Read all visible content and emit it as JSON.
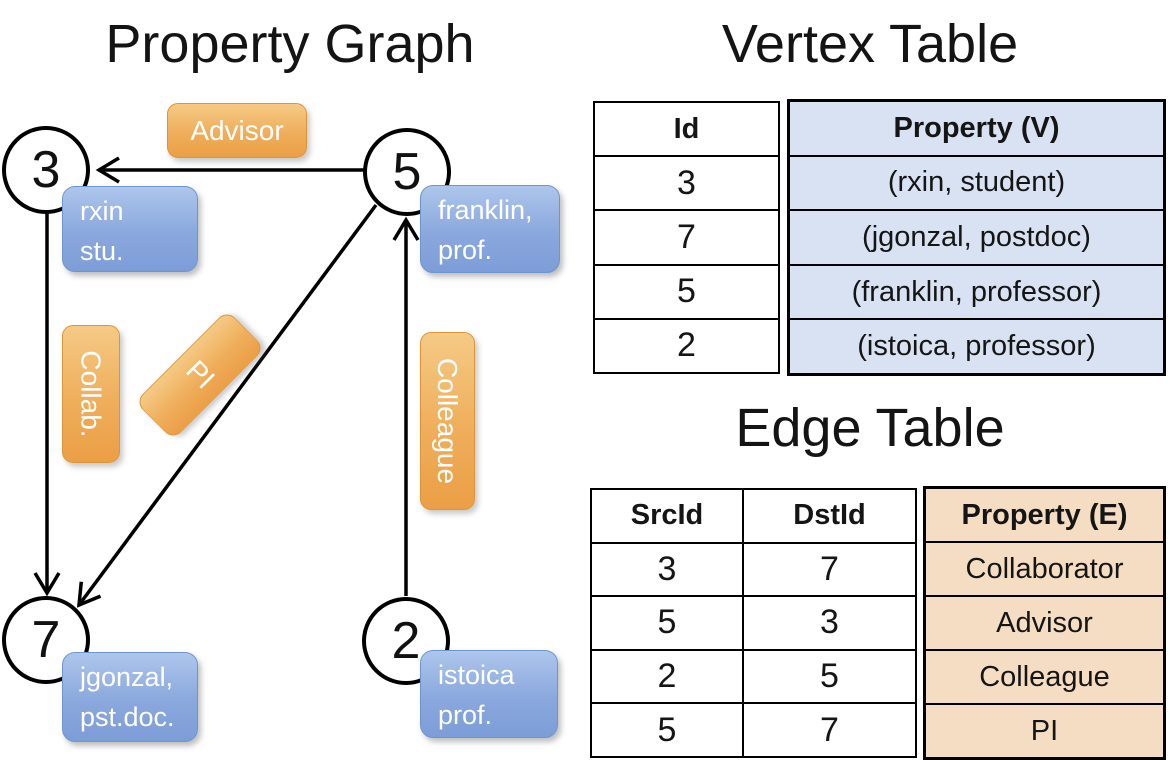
{
  "diagram": {
    "title": "Property Graph",
    "nodes": [
      {
        "id": "3",
        "label_line1": "rxin",
        "label_line2": "stu."
      },
      {
        "id": "5",
        "label_line1": "franklin,",
        "label_line2": "prof."
      },
      {
        "id": "7",
        "label_line1": "jgonzal,",
        "label_line2": "pst.doc."
      },
      {
        "id": "2",
        "label_line1": "istoica",
        "label_line2": "prof."
      }
    ],
    "edge_labels": {
      "advisor": "Advisor",
      "collab": "Collab.",
      "pi": "PI",
      "colleague": "Colleague"
    }
  },
  "vertex_table": {
    "title": "Vertex Table",
    "columns": [
      "Id",
      "Property (V)"
    ],
    "rows": [
      [
        "3",
        "(rxin, student)"
      ],
      [
        "7",
        "(jgonzal, postdoc)"
      ],
      [
        "5",
        "(franklin, professor)"
      ],
      [
        "2",
        "(istoica, professor)"
      ]
    ]
  },
  "edge_table": {
    "title": "Edge Table",
    "columns": [
      "SrcId",
      "DstId",
      "Property (E)"
    ],
    "rows": [
      [
        "3",
        "7",
        "Collaborator"
      ],
      [
        "5",
        "3",
        "Advisor"
      ],
      [
        "2",
        "5",
        "Colleague"
      ],
      [
        "5",
        "7",
        "PI"
      ]
    ]
  },
  "colors": {
    "vertex_property_fill": "#d9e2f2",
    "edge_property_fill": "#f4ddc2",
    "node_label_blue_top": "#aec6ec",
    "node_label_blue_bottom": "#7d9dd8",
    "edge_label_orange_top": "#f5ca85",
    "edge_label_orange_bottom": "#eb9f45",
    "line_color": "#000000"
  }
}
